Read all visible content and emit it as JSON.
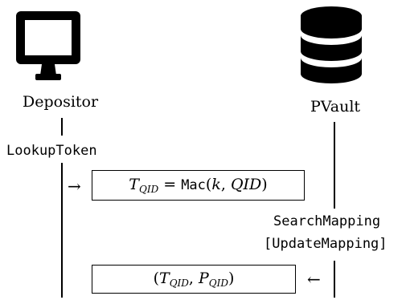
{
  "actors": {
    "left": {
      "label": "Depositor",
      "icon": "monitor-icon"
    },
    "right": {
      "label": "PVault",
      "icon": "database-icon"
    }
  },
  "steps": {
    "lookup_token": "LookupToken",
    "search_mapping": "SearchMapping",
    "update_mapping": "[UpdateMapping]"
  },
  "messages": {
    "request": {
      "lhs": "T",
      "lhs_sub": "QID",
      "eq": " = ",
      "func": "Mac",
      "open": "(",
      "arg1": "k",
      "sep": ", ",
      "arg2": "QID",
      "close": ")"
    },
    "response": {
      "open": "(",
      "t": "T",
      "t_sub": "QID",
      "sep": ", ",
      "p": "P",
      "p_sub": "QID",
      "close": ")"
    }
  },
  "arrows": {
    "right": "→",
    "left": "←"
  }
}
